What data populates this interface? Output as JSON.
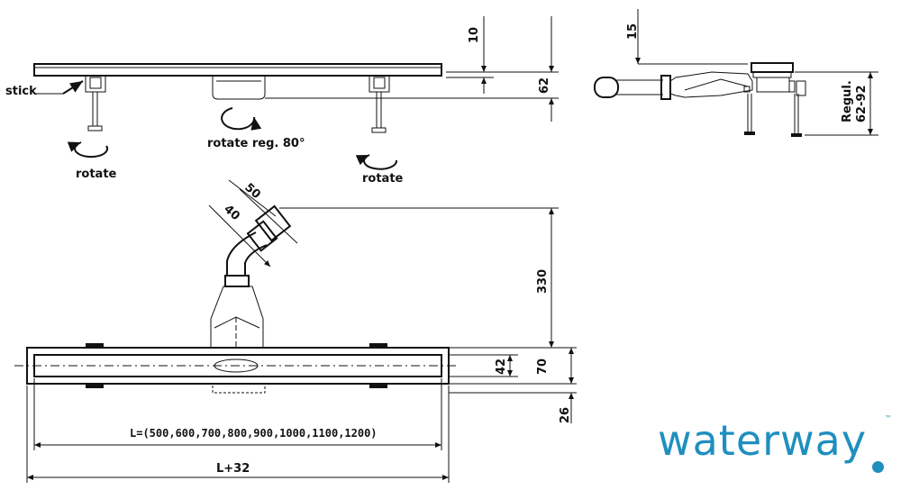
{
  "labels": {
    "stick": "stick",
    "rotate_left": "rotate",
    "rotate_right": "rotate",
    "rotate_reg": "rotate reg. 80°",
    "regul_line1": "Regul.",
    "regul_line2": "62-92"
  },
  "dimensions": {
    "top_10": "10",
    "top_62": "62",
    "side_15": "15",
    "pipe_50": "50",
    "pipe_40": "40",
    "height_330": "330",
    "height_70": "70",
    "height_42": "42",
    "depth_26": "26",
    "length_options": "L=(500,600,700,800,900,1000,1100,1200)",
    "length_total": "L+32"
  },
  "brand": {
    "name": "waterway",
    "trademark": "™",
    "color": "#1f8fbf"
  }
}
